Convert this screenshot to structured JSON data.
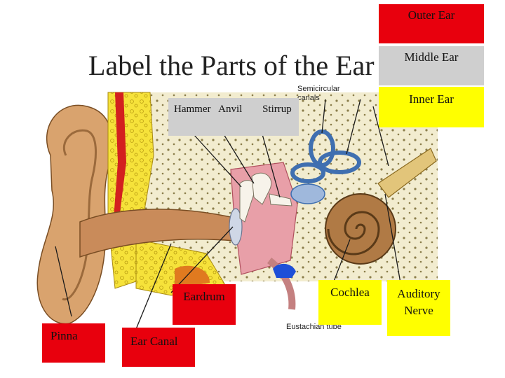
{
  "slide": {
    "title": "Label the Parts of the Ear"
  },
  "legend": {
    "outer": "Outer Ear",
    "middle": "Middle Ear",
    "inner": "Inner Ear"
  },
  "labels": {
    "hammer": "Hammer",
    "anvil": "Anvil",
    "stirrup": "Stirrup",
    "eardrum": "Eardrum",
    "cochlea": "Cochlea",
    "auditory_nerve_line1": "Auditory",
    "auditory_nerve_line2": "Nerve",
    "pinna": "Pinna",
    "ear_canal": "Ear Canal"
  },
  "diagram_captions": {
    "semicircular_line1": "Semicircular",
    "semicircular_line2": "canals",
    "eustachian": "Eustachian tube"
  },
  "colors": {
    "outer": "#e8000d",
    "middle": "#cfcfcf",
    "inner": "#ffff00"
  }
}
